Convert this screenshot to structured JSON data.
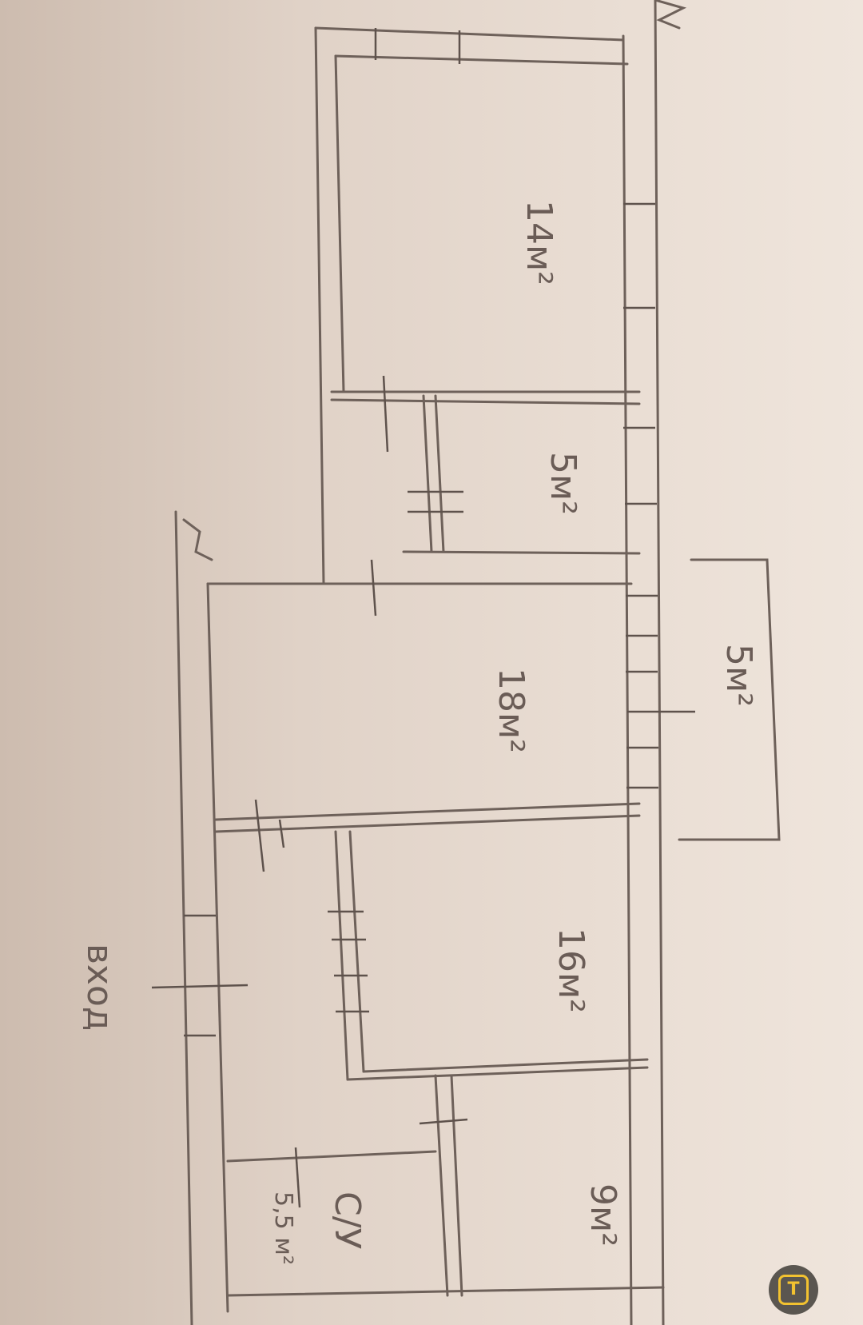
{
  "plan": {
    "rooms": [
      {
        "label": "14м²"
      },
      {
        "label": "5м²"
      },
      {
        "label": "18м²"
      },
      {
        "label": "16м²"
      },
      {
        "label": "9м²"
      },
      {
        "label": "С/У",
        "area": "5,5 м²"
      }
    ],
    "balcony": {
      "label": "5м²"
    },
    "entrance": {
      "label": "вход"
    }
  },
  "overlay": {
    "icon": "live-text-icon",
    "glyph": "T",
    "accent": "#f2c230"
  }
}
